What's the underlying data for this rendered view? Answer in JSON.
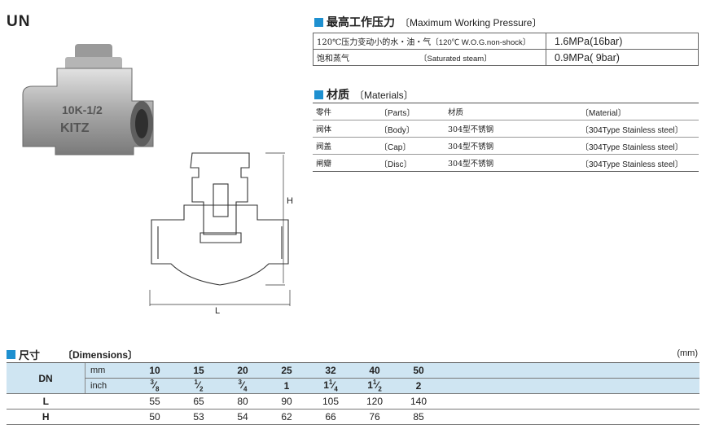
{
  "model": "UN",
  "pressure": {
    "title_cn": "最高工作压力",
    "title_en": "〔Maximum Working Pressure〕",
    "rows": [
      {
        "label_cn": "120℃压力变动小的水・油・气",
        "label_note": "〔120℃ W.O.G.non-shock〕",
        "value": "1.6MPa(16bar)"
      },
      {
        "label_cn": "饱和蒸气",
        "label_note": "〔Saturated steam〕",
        "value": "0.9MPa(  9bar)"
      }
    ]
  },
  "materials": {
    "title_cn": "材质",
    "title_en": "〔Materials〕",
    "header": {
      "part_cn": "零件",
      "part_en": "〔Parts〕",
      "mat_cn": "材质",
      "mat_en": "〔Material〕"
    },
    "rows": [
      {
        "part_cn": "阀体",
        "part_en": "〔Body〕",
        "mat_cn": "304型不锈钢",
        "mat_en": "〔304Type Stainless steel〕"
      },
      {
        "part_cn": "阀盖",
        "part_en": "〔Cap〕",
        "mat_cn": "304型不锈钢",
        "mat_en": "〔304Type Stainless steel〕"
      },
      {
        "part_cn": "闸瓣",
        "part_en": "〔Disc〕",
        "mat_cn": "304型不锈钢",
        "mat_en": "〔304Type Stainless steel〕"
      }
    ]
  },
  "drawing": {
    "label_h": "H",
    "label_l": "L"
  },
  "photo": {
    "marking_1": "10K-1/2",
    "marking_2": "KITZ"
  },
  "dimensions": {
    "title_cn": "尺寸",
    "title_en": "〔Dimensions〕",
    "unit": "(mm)",
    "dn_label": "DN",
    "mm_label": "mm",
    "inch_label": "inch",
    "mm": [
      "10",
      "15",
      "20",
      "25",
      "32",
      "40",
      "50"
    ],
    "inch": [
      {
        "w": "",
        "n": "3",
        "d": "8"
      },
      {
        "w": "",
        "n": "1",
        "d": "2"
      },
      {
        "w": "",
        "n": "3",
        "d": "4"
      },
      {
        "w": "1",
        "n": "",
        "d": ""
      },
      {
        "w": "1",
        "n": "1",
        "d": "4"
      },
      {
        "w": "1",
        "n": "1",
        "d": "2"
      },
      {
        "w": "2",
        "n": "",
        "d": ""
      }
    ],
    "L_label": "L",
    "H_label": "H",
    "L": [
      "55",
      "65",
      "80",
      "90",
      "105",
      "120",
      "140"
    ],
    "H": [
      "50",
      "53",
      "54",
      "62",
      "66",
      "76",
      "85"
    ]
  },
  "colors": {
    "accent": "#1e90d0",
    "header_bg": "#cfe5f2"
  }
}
